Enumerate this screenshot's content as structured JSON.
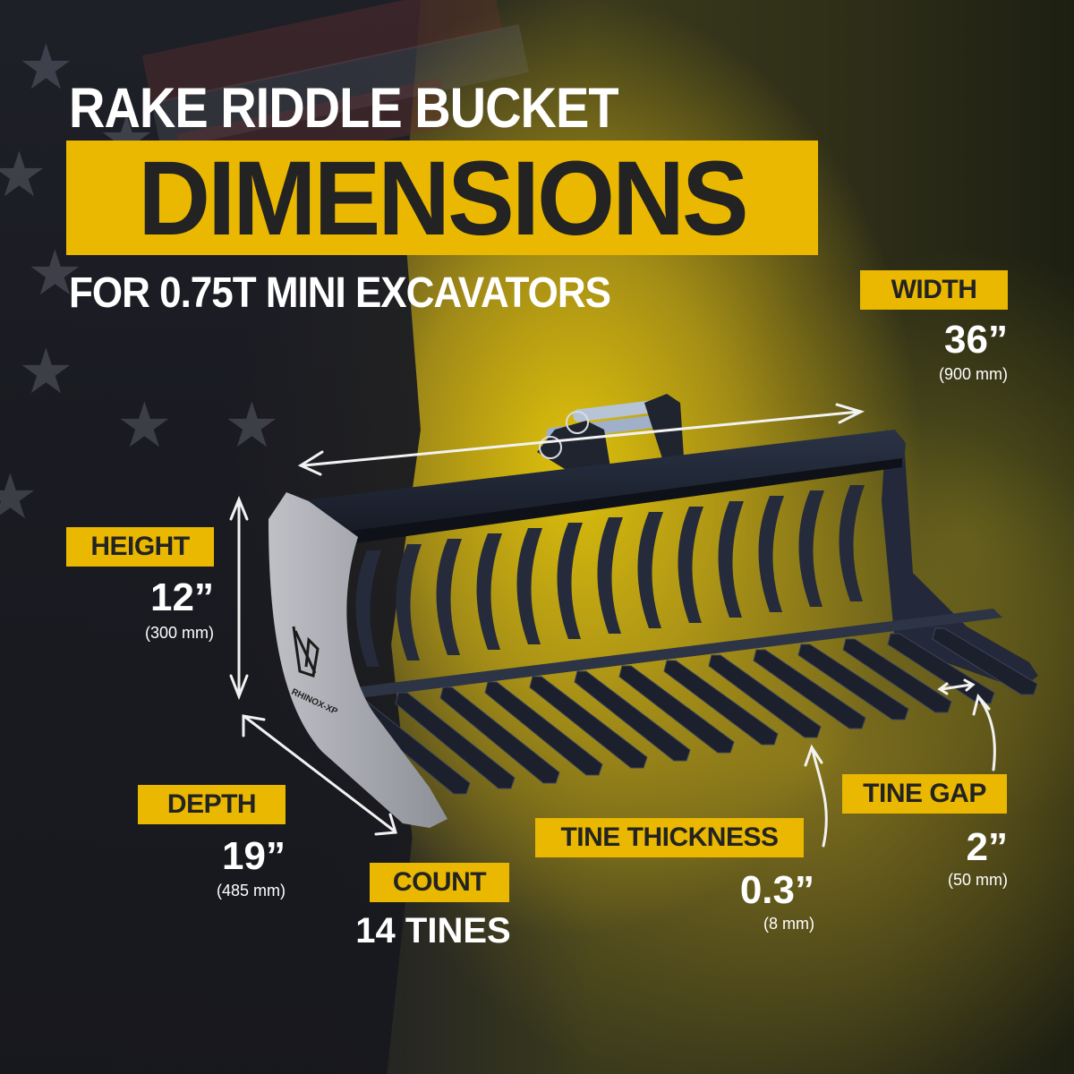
{
  "header": {
    "title_line1": "RAKE RIDDLE BUCKET",
    "title_highlight": "DIMENSIONS",
    "subtitle": "FOR 0.75T MINI EXCAVATORS"
  },
  "brand": {
    "logo_text": "RHINOX-XP"
  },
  "colors": {
    "accent_yellow": "#eab800",
    "label_text": "#232323",
    "value_text": "#ffffff",
    "bucket_steel": "#1c2230"
  },
  "specs": {
    "width": {
      "label": "WIDTH",
      "value": "36”",
      "metric": "(900 mm)"
    },
    "height": {
      "label": "HEIGHT",
      "value": "12”",
      "metric": "(300 mm)"
    },
    "depth": {
      "label": "DEPTH",
      "value": "19”",
      "metric": "(485 mm)"
    },
    "count": {
      "label": "COUNT",
      "value": "14 TINES"
    },
    "tine_thickness": {
      "label": "TINE THICKNESS",
      "value": "0.3”",
      "metric": "(8 mm)"
    },
    "tine_gap": {
      "label": "TINE GAP",
      "value": "2”",
      "metric": "(50 mm)"
    }
  }
}
